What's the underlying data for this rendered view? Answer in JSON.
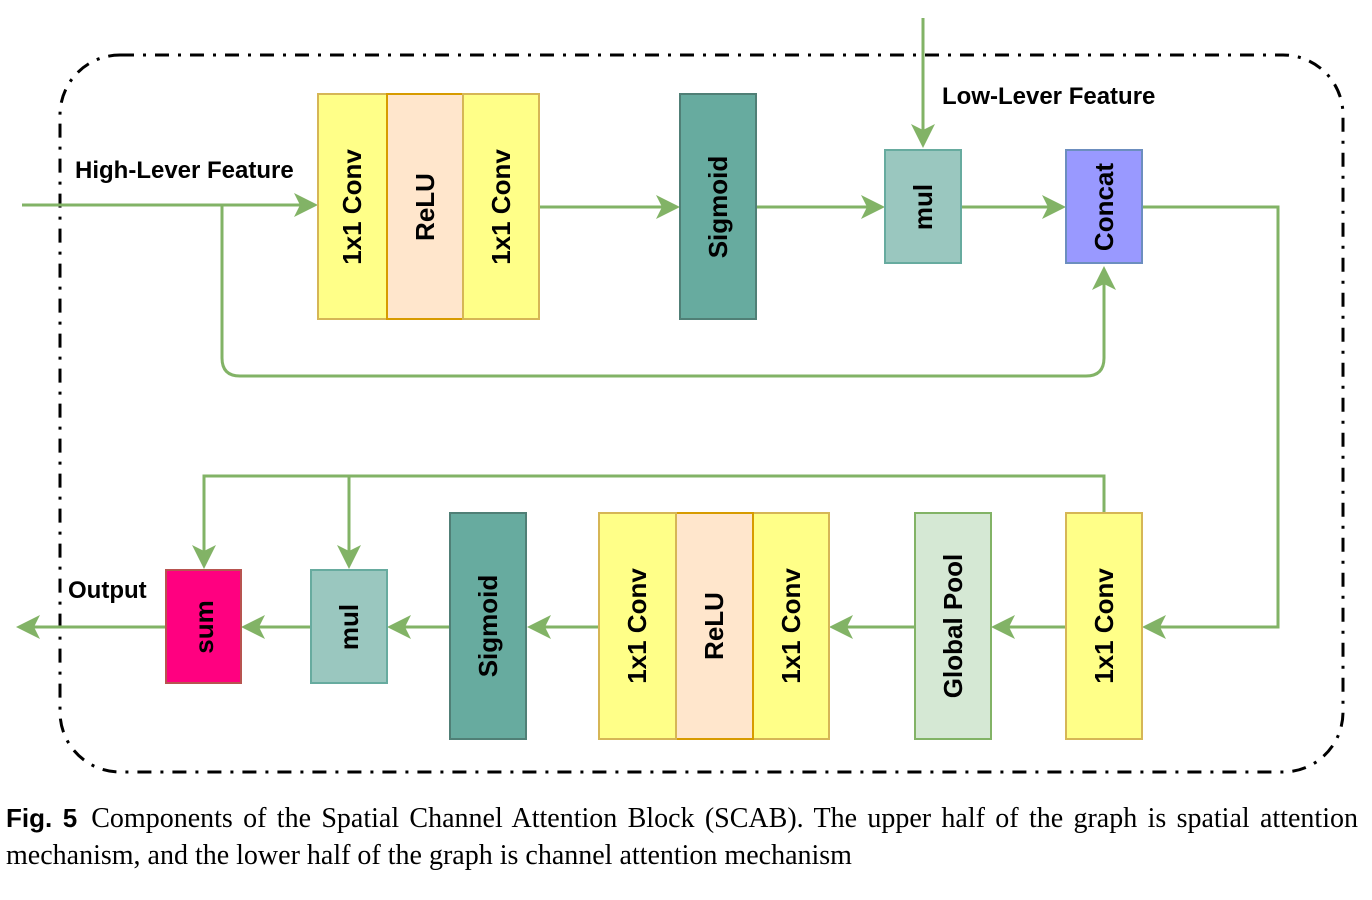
{
  "labels": {
    "input_high": "High-Lever Feature",
    "input_low": "Low-Lever Feature",
    "output": "Output"
  },
  "upper": {
    "conv_a": "1x1 Conv",
    "relu": "ReLU",
    "conv_b": "1x1 Conv",
    "sigmoid": "Sigmoid",
    "mul": "mul",
    "concat": "Concat"
  },
  "lower": {
    "conv_in": "1x1 Conv",
    "global_pool": "Global Pool",
    "conv_b": "1x1 Conv",
    "relu": "ReLU",
    "conv_a": "1x1 Conv",
    "sigmoid": "Sigmoid",
    "mul": "mul",
    "sum": "sum"
  },
  "caption": {
    "fig_label": "Fig. 5",
    "text": "Components of the Spatial Channel Attention Block (SCAB). The upper half of the graph is spatial attention mechanism, and the lower half of the graph is channel attention mechanism"
  },
  "colors": {
    "arrow": "#82b366",
    "conv_fill": "#ffff88",
    "conv_stroke": "#d6b656",
    "relu_fill": "#ffe6cc",
    "relu_stroke": "#d79b00",
    "sigmoid_fill": "#67ab9f",
    "mul_fill": "#9ac7bf",
    "concat_fill": "#9999ff",
    "pool_fill": "#d5e8d4",
    "sum_fill": "#ff0080"
  }
}
